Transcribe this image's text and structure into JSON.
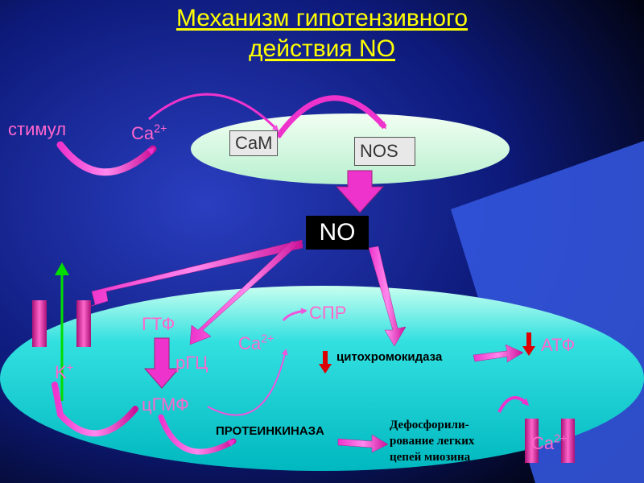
{
  "title": {
    "line1": "Механизм гипотензивного",
    "line2": "действия NO"
  },
  "labels": {
    "stimulus": "стимул",
    "ca_base": "Ca",
    "ca_charge": "2+",
    "cam": "CaM",
    "nos": "NOS",
    "no": "NO",
    "gtp": "ГТФ",
    "rgc": "рГЦ",
    "cgmp": "цГМФ",
    "k_base": "K",
    "k_charge": "+",
    "spr": "СПР",
    "cytochrome": "цитохромокидаза",
    "atp": "АТФ",
    "protein_kinase": "ПРОТЕИНКИНАЗА",
    "dephos_line1": "Дефосфорили-",
    "dephos_line2": "рование легких",
    "dephos_line3": "цепей миозина"
  },
  "colors": {
    "background_center": "#2a3ec0",
    "title": "#ffff00",
    "arrow": "#ee33cc",
    "cell_top": "#e0ffe8",
    "cell_bottom": "#00c8c8",
    "channel": "#cc2288",
    "up_arrow": "#00dd00",
    "down_arrow": "#dd0000",
    "corner_panel": "#3355dd"
  }
}
